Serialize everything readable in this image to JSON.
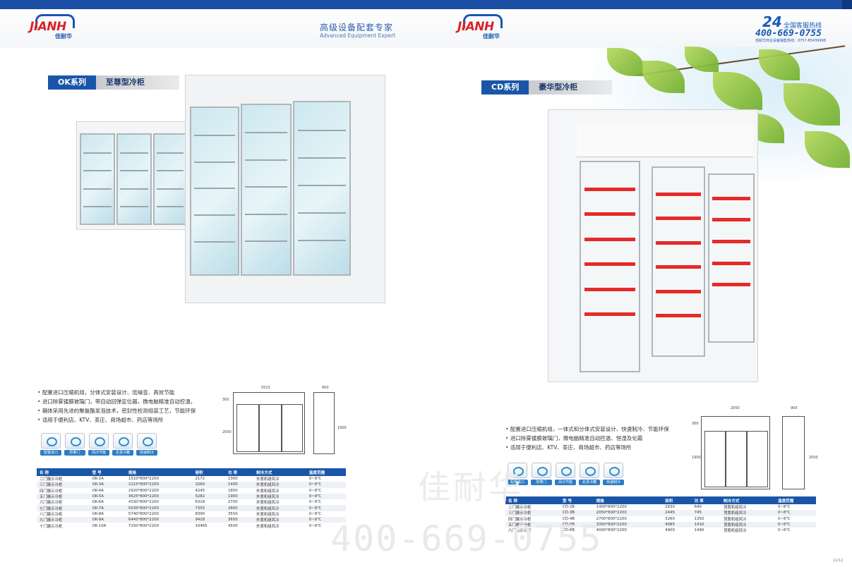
{
  "brand": {
    "logo_text": "JIANH",
    "logo_cn": "佳耐华"
  },
  "header": {
    "slogan_cn": "高级设备配套专家",
    "slogan_en": "Advanced Equipment Expert"
  },
  "hotline": {
    "hours": "24",
    "label": "全国客服热线",
    "number": "400-669-0755",
    "sub": "佳耐华商业设备销售热线：0757-85439998"
  },
  "ok": {
    "code": "OK系列",
    "name": "至尊型冷柜",
    "bullets": [
      "配置进口压缩机组，分体式安装设计、低噪音、高效节能",
      "进口除雾镀膜玻璃门，带自动回弹定位器，微电脑精准自动控温，",
      "箱体采用先进的聚氨酯发泡技术，密封性检测组装工艺，节能环保",
      "适用于便利店、KTV、茶庄、商场超市、药店等场所"
    ],
    "icons": [
      "配置进口",
      "防雾门",
      "风冷节能",
      "名贵冷藏",
      "快速制冷"
    ],
    "drawing": {
      "width": "5515",
      "depth": "900",
      "height1": "300",
      "height2": "2000",
      "height3": "1900"
    },
    "table": {
      "headers": [
        "名 称",
        "型 号",
        "规格",
        "容积",
        "功 率",
        "制冷方式",
        "温度范围"
      ],
      "rows": [
        [
          "二门展示冷柜",
          "OK-2A",
          "1510*800*2200",
          "2172",
          "1300",
          "外置机组风冷",
          "0~8℃"
        ],
        [
          "三门展示冷柜",
          "OK-3A",
          "2215*800*2200",
          "3260",
          "1400",
          "外置机组风冷",
          "0~8℃"
        ],
        [
          "四门展示冷柜",
          "OK-4A",
          "2920*800*2200",
          "4245",
          "1850",
          "外置机组风冷",
          "0~8℃"
        ],
        [
          "五门展示冷柜",
          "OK-5A",
          "3625*800*2200",
          "5282",
          "1900",
          "外置机组风冷",
          "0~8℃"
        ],
        [
          "六门展示冷柜",
          "OK-6A",
          "4330*800*2200",
          "6318",
          "2700",
          "外置机组风冷",
          "0~8℃"
        ],
        [
          "七门展示冷柜",
          "OK-7A",
          "5035*800*2200",
          "7355",
          "2800",
          "外置机组风冷",
          "0~8℃"
        ],
        [
          "八门展示冷柜",
          "OK-8A",
          "5740*800*2200",
          "8390",
          "3550",
          "外置机组风冷",
          "0~8℃"
        ],
        [
          "九门展示冷柜",
          "OK-9A",
          "6445*800*2200",
          "9428",
          "3650",
          "外置机组风冷",
          "0~8℃"
        ],
        [
          "十门展示冷柜",
          "OK-10A",
          "7150*800*2200",
          "10465",
          "4500",
          "外置机组风冷",
          "0~8℃"
        ]
      ]
    }
  },
  "cd": {
    "code": "CD系列",
    "name": "豪华型冷柜",
    "bullets": [
      "配置进口压缩机组，一体式和分体式安装设计、快速制冷、节能环保",
      "进口除雾镀膜玻璃门，微电脑精准自动控温、恒湿及化霜",
      "适用于便利店、KTV、茶庄、商场超市、药店等场所"
    ],
    "icons": [
      "配置进口",
      "防雾门",
      "风冷节能",
      "名贵冷藏",
      "快速制冷"
    ],
    "drawing": {
      "width": "2050",
      "depth": "900",
      "height1": "300",
      "height2": "1900",
      "height3": "2000"
    },
    "table": {
      "headers": [
        "名 称",
        "型 号",
        "规格",
        "容积",
        "功 率",
        "制冷方式",
        "温度范围"
      ],
      "rows": [
        [
          "二门展示冷柜",
          "CD-2B",
          "1400*800*2200",
          "1630",
          "640",
          "顶置机组风冷",
          "0~8℃"
        ],
        [
          "三门展示冷柜",
          "CD-3B",
          "2050*800*2200",
          "2445",
          "745",
          "顶置机组风冷",
          "0~8℃"
        ],
        [
          "四门展示冷柜",
          "CD-4B",
          "2700*800*2200",
          "3260",
          "1350",
          "顶置机组风冷",
          "0~8℃"
        ],
        [
          "五门展示冷柜",
          "CD-5B",
          "3350*800*2200",
          "4085",
          "1410",
          "顶置机组风冷",
          "0~8℃"
        ],
        [
          "六门展示冷柜",
          "CD-6B",
          "4000*800*2200",
          "4900",
          "1490",
          "顶置机组风冷",
          "0~8℃"
        ]
      ]
    }
  },
  "watermark": {
    "cn": "佳耐华",
    "phone": "400-669-0755"
  },
  "page": {
    "number": "11/12"
  },
  "colors": {
    "blue": "#1a56a8",
    "red": "#e52a2a",
    "logo_red": "#d8232a"
  }
}
